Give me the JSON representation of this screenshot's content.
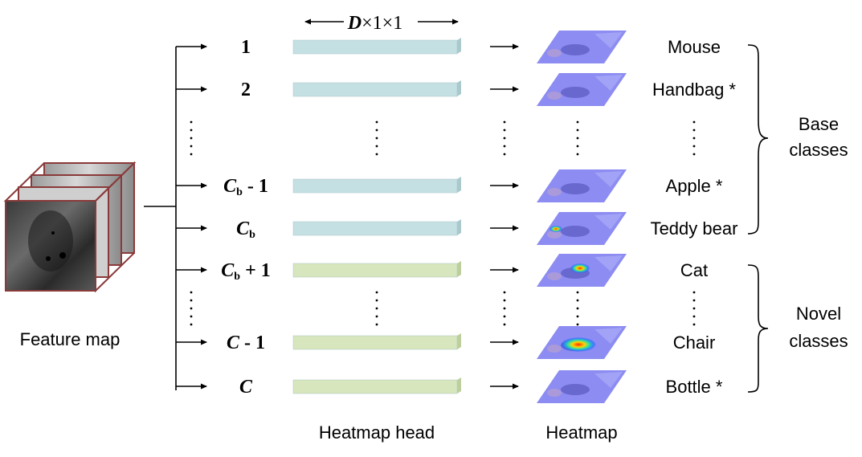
{
  "dimension_label": {
    "prefix": "D",
    "suffix": "×1×1"
  },
  "feature_map_label": "Feature map",
  "heatmap_head_label": "Heatmap head",
  "heatmap_label": "Heatmap",
  "rows": [
    {
      "index_label": {
        "base": "1",
        "sub": "",
        "rest": ""
      },
      "class_name": "Mouse",
      "group": "base",
      "hot": null
    },
    {
      "index_label": {
        "base": "2",
        "sub": "",
        "rest": ""
      },
      "class_name": "Handbag *",
      "group": "base",
      "hot": null
    },
    {
      "dots": true
    },
    {
      "index_label": {
        "base": "C",
        "sub": "b",
        "rest": " - 1"
      },
      "class_name": "Apple *",
      "group": "base",
      "hot": null
    },
    {
      "index_label": {
        "base": "C",
        "sub": "b",
        "rest": ""
      },
      "class_name": "Teddy bear",
      "group": "base",
      "hot": "small"
    },
    {
      "index_label": {
        "base": "C",
        "sub": "b",
        "rest": " + 1"
      },
      "class_name": "Cat",
      "group": "novel",
      "hot": "medium"
    },
    {
      "dots": true
    },
    {
      "index_label": {
        "base": "C",
        "sub": "",
        "rest": " - 1"
      },
      "class_name": "Chair",
      "group": "novel",
      "hot": "large"
    },
    {
      "index_label": {
        "base": "C",
        "sub": "",
        "rest": ""
      },
      "class_name": "Bottle *",
      "group": "novel",
      "hot": null
    }
  ],
  "groups": {
    "base": {
      "label_lines": [
        "Base",
        "classes"
      ]
    },
    "novel": {
      "label_lines": [
        "Novel",
        "classes"
      ]
    }
  },
  "colors": {
    "base_bar": "#c5e0e3",
    "novel_bar": "#d7e6bc",
    "heatmap_bg": "#8c8cf2",
    "cube_edge": "#8a3a3a"
  }
}
